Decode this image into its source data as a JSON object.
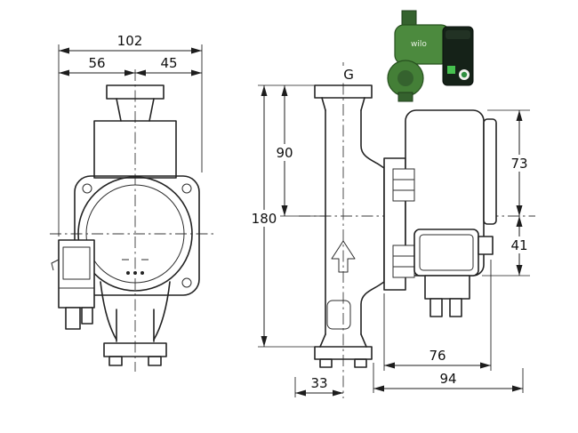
{
  "front_view": {
    "dim_overall_width": "102",
    "dim_width_left": "56",
    "dim_width_right": "45"
  },
  "side_view": {
    "connection_thread": "G",
    "dim_flange_to_axis": "90",
    "dim_port_to_port": "180",
    "dim_axis_to_motor_top": "73",
    "dim_axis_to_module_bottom": "41",
    "dim_motor_depth": "76",
    "dim_overall_depth": "94",
    "dim_axis_setback": "33"
  },
  "photo": {
    "brand": "wilo"
  },
  "colors": {
    "line": "#232323",
    "centerline": "#3a3a3a",
    "pump_green": "#4c8a3e",
    "pump_green_dark": "#35622e",
    "module_black": "#152218",
    "led_green": "#46c14f",
    "logo_green": "#2f8f3f"
  }
}
